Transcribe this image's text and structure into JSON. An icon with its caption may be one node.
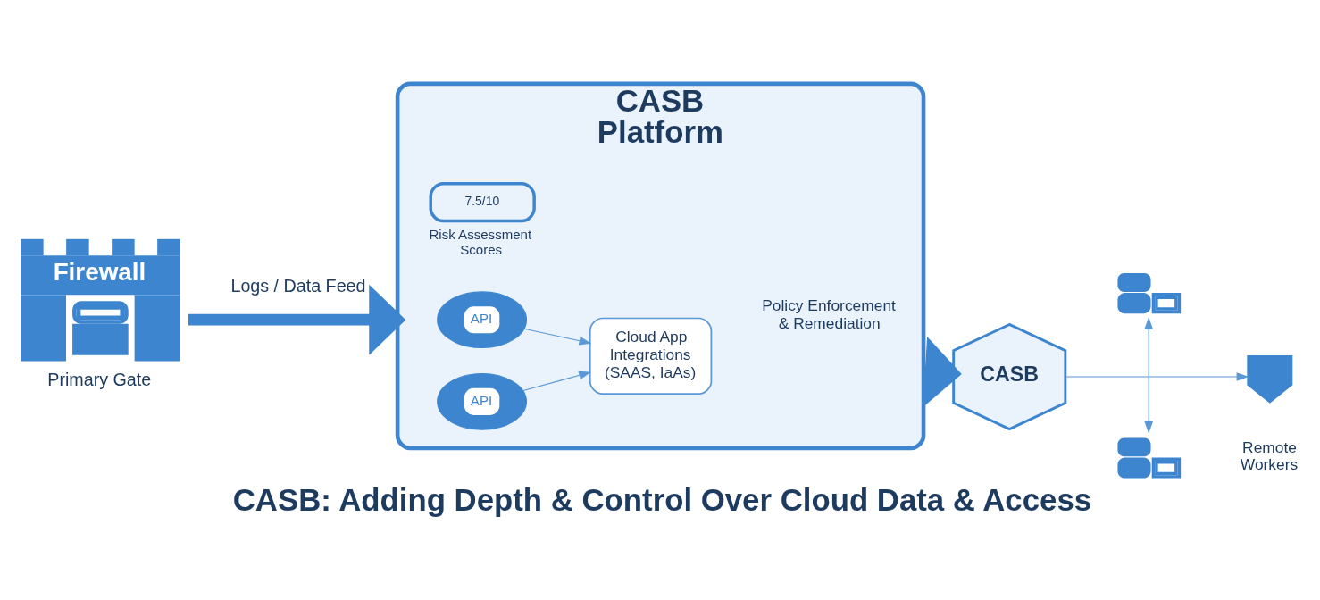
{
  "diagram": {
    "title": "CASB: Adding Depth & Control Over Cloud Data & Access",
    "nodes": [
      {
        "text": [
          "Firewall"
        ],
        "beside": [
          "Primary Gate"
        ]
      },
      {
        "text": [
          "CASB Platform"
        ]
      },
      {
        "text": [
          "7.5/10",
          "Risk Assessment Scores"
        ],
        "in": 1
      },
      {
        "text": [
          "API"
        ],
        "in": 1
      },
      {
        "text": [
          "API"
        ],
        "in": 1
      },
      {
        "text": [
          "Cloud App Integrations (SAAS, IaAs)"
        ],
        "in": 1
      },
      {
        "text": [
          "CASB"
        ]
      },
      {
        "text": [],
        "shape": "person"
      },
      {
        "text": [],
        "shape": "shield"
      },
      {
        "text": [],
        "shape": "person"
      }
    ],
    "edges": [
      {
        "from": 0,
        "to": 1,
        "arrow": "to",
        "label": "Logs / Data Feed",
        "style": "thick"
      },
      {
        "from": 3,
        "to": 5,
        "arrow": "to"
      },
      {
        "from": 4,
        "to": 5,
        "arrow": "to"
      },
      {
        "from": 1,
        "to": 6,
        "arrow": "to",
        "style": "thick"
      },
      {
        "from": 6,
        "to": 8,
        "arrow": "to"
      },
      {
        "from": 7,
        "to": 9,
        "arrow": "both"
      }
    ],
    "labels": [
      "Policy Enforcement & Remediation",
      "Remote Workers"
    ]
  }
}
